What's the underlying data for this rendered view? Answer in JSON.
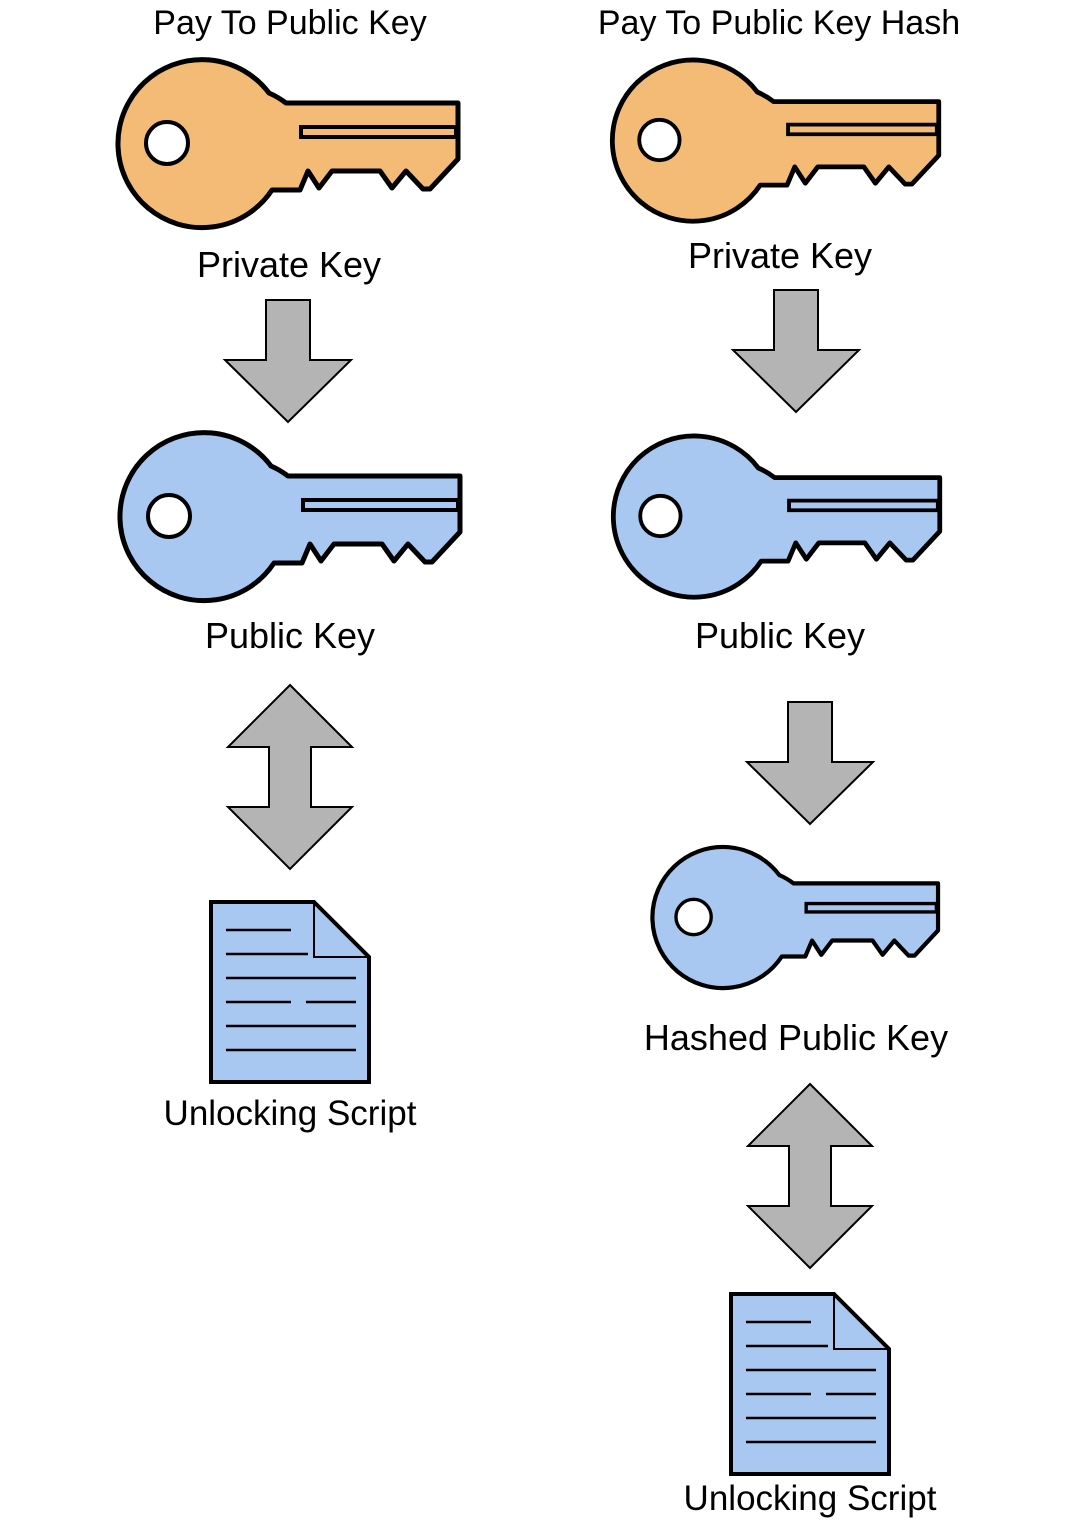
{
  "columns": [
    {
      "title": "Pay To Public Key",
      "private_key_label": "Private Key",
      "public_key_label": "Public Key",
      "script_label": "Unlocking Script"
    },
    {
      "title": "Pay To Public Key Hash",
      "private_key_label": "Private Key",
      "public_key_label": "Public Key",
      "hashed_key_label": "Hashed Public Key",
      "script_label": "Unlocking Script"
    }
  ],
  "colors": {
    "private_key": "#f4bb77",
    "public_key": "#a8c8f1",
    "document": "#a8c8f1",
    "arrow": "#b4b4b4",
    "outline": "#000000"
  },
  "icons": {
    "private_key": "key-icon",
    "public_key": "key-icon",
    "hashed_key": "key-icon",
    "arrow_down": "arrow-down-icon",
    "arrow_bidirectional": "double-arrow-icon",
    "document": "document-icon"
  }
}
